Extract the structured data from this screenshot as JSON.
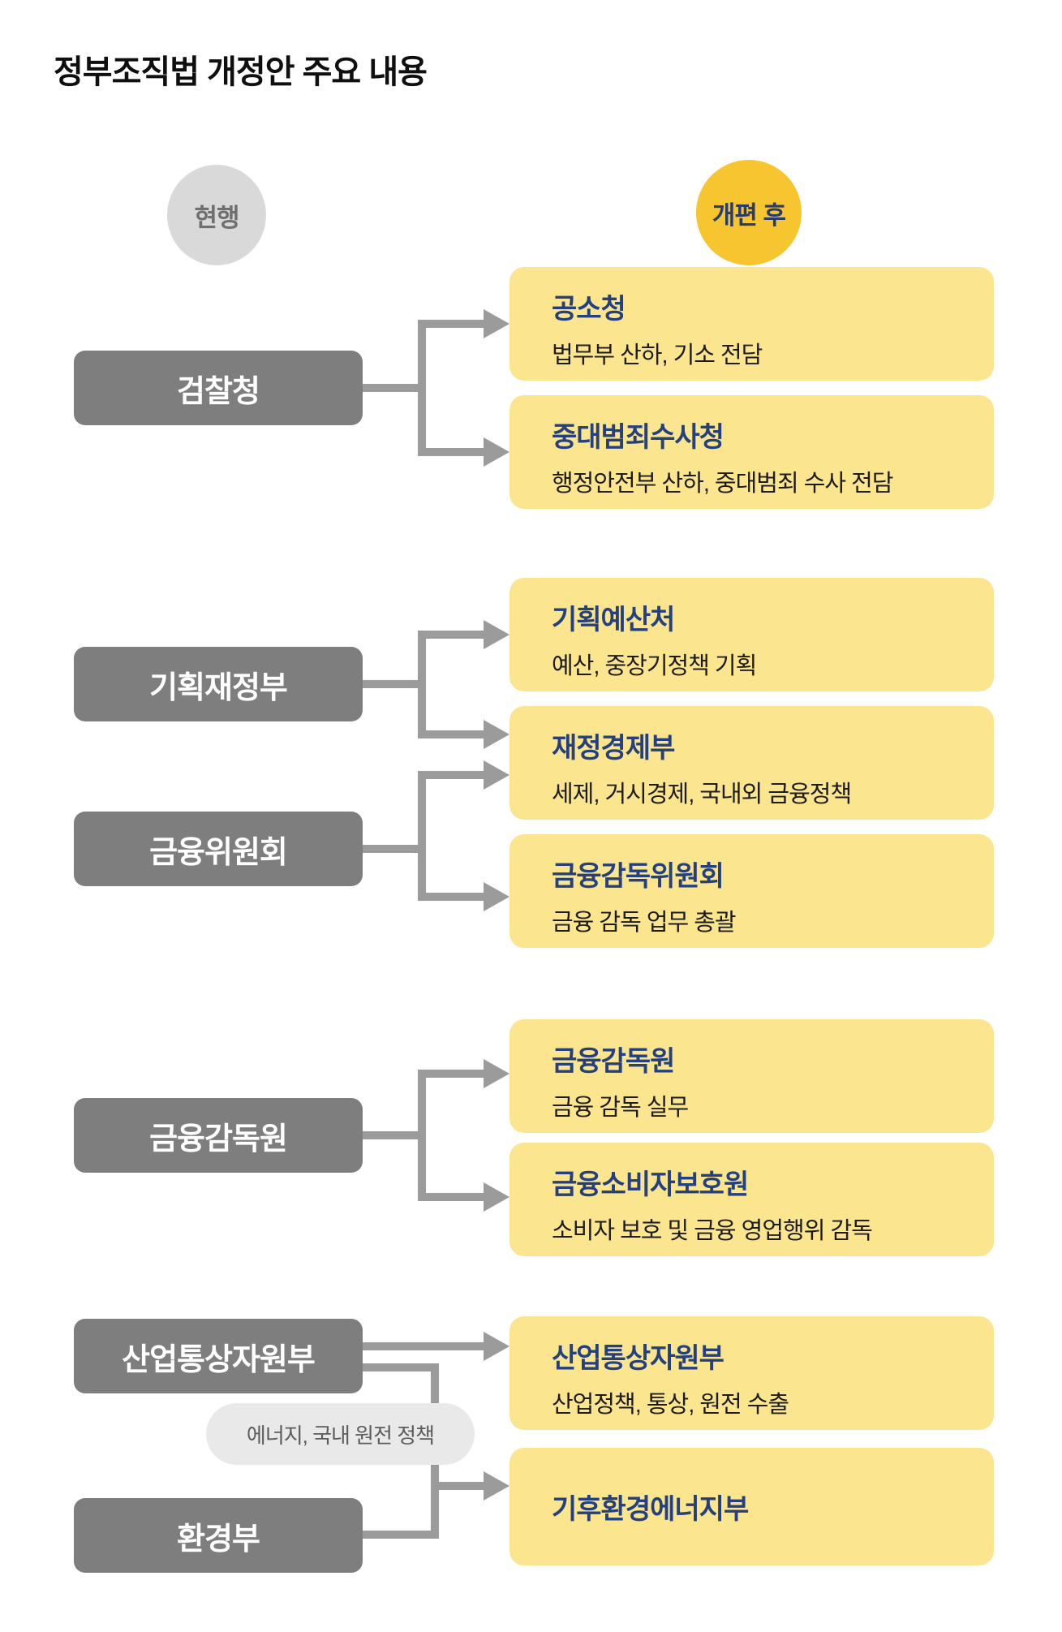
{
  "title": "정부조직법 개정안 주요 내용",
  "legend": {
    "current": "현행",
    "after": "개편 후"
  },
  "current_orgs": [
    {
      "label": "검찰청"
    },
    {
      "label": "기획재정부"
    },
    {
      "label": "금융위원회"
    },
    {
      "label": "금융감독원"
    },
    {
      "label": "산업통상자원부"
    },
    {
      "label": "환경부"
    }
  ],
  "after_orgs": [
    {
      "title": "공소청",
      "desc": "법무부 산하, 기소 전담"
    },
    {
      "title": "중대범죄수사청",
      "desc": "행정안전부 산하, 중대범죄 수사 전담"
    },
    {
      "title": "기획예산처",
      "desc": "예산, 중장기정책 기획"
    },
    {
      "title": "재정경제부",
      "desc": "세제, 거시경제, 국내외 금융정책"
    },
    {
      "title": "금융감독위원회",
      "desc": "금융 감독 업무 총괄"
    },
    {
      "title": "금융감독원",
      "desc": "금융 감독 실무"
    },
    {
      "title": "금융소비자보호원",
      "desc": "소비자 보호 및 금융 영업행위 감독"
    },
    {
      "title": "산업통상자원부",
      "desc": "산업정책, 통상, 원전 수출"
    },
    {
      "title": "기후환경에너지부",
      "desc": ""
    }
  ],
  "note": {
    "label": "에너지, 국내 원전 정책"
  },
  "colors": {
    "yellow_box": "#FBE58F",
    "yellow_circle": "#F6C52F",
    "navy_title": "#24407E",
    "gray_box": "#7E7E7E",
    "gray_circle": "#D9D9D9",
    "connector": "#9B9B9B",
    "note_pill_bg": "#E9E9E9"
  }
}
